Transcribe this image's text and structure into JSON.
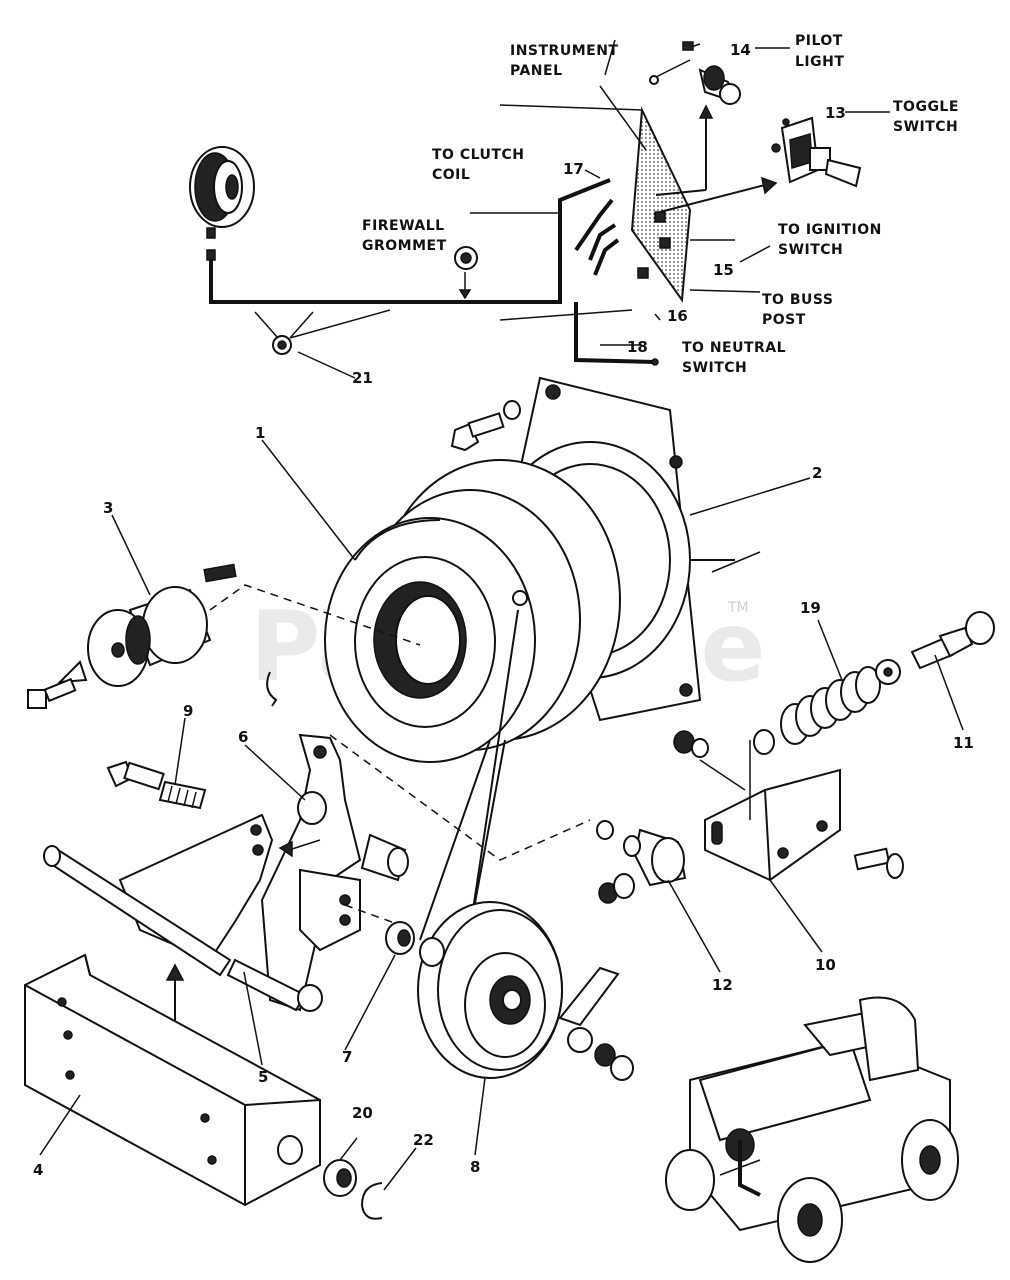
{
  "watermark": {
    "text": "PartsTree",
    "tm": "TM"
  },
  "wiring_labels": {
    "instrument_panel": [
      "INSTRUMENT",
      "PANEL"
    ],
    "pilot_light": [
      "PILOT",
      "LIGHT"
    ],
    "toggle_switch": [
      "TOGGLE",
      "SWITCH"
    ],
    "to_clutch_coil": [
      "TO CLUTCH",
      "COIL"
    ],
    "firewall_grommet": [
      "FIREWALL",
      "GROMMET"
    ],
    "to_ignition_switch": [
      "TO IGNITION",
      "SWITCH"
    ],
    "to_buss_post": [
      "TO BUSS",
      "POST"
    ],
    "to_neutral_switch": [
      "TO NEUTRAL",
      "SWITCH"
    ]
  },
  "callouts": [
    "1",
    "2",
    "3",
    "4",
    "5",
    "6",
    "7",
    "8",
    "9",
    "10",
    "11",
    "12",
    "13",
    "14",
    "15",
    "16",
    "17",
    "18",
    "19",
    "20",
    "21",
    "22"
  ]
}
